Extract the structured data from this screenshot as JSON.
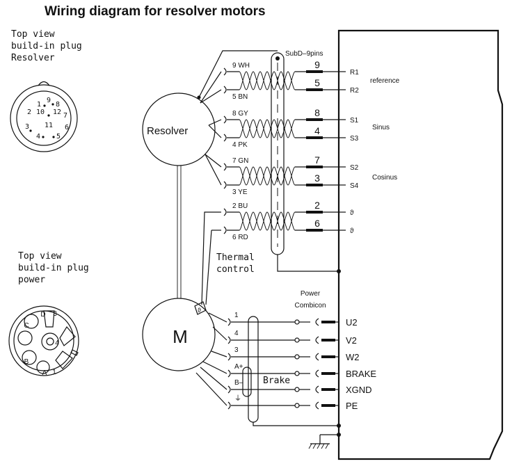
{
  "title": "Wiring diagram for resolver motors",
  "resolver_plug": {
    "line1": "Top view",
    "line2": "build-in plug",
    "line3": "Resolver",
    "pins": [
      "1",
      "2",
      "3",
      "4",
      "5",
      "6",
      "7",
      "8",
      "9",
      "10",
      "11",
      "12"
    ]
  },
  "power_plug": {
    "line1": "Top view",
    "line2": "build-in plug",
    "line3": "power",
    "pins": [
      "A",
      "B",
      "C",
      "D",
      "1",
      "3",
      "4"
    ]
  },
  "resolver_label": "Resolver",
  "motor_label": "M",
  "thermal_label": {
    "line1": "Thermal",
    "line2": "control"
  },
  "subd_label": "SubD–9pins",
  "power_combicon": {
    "line1": "Power",
    "line2": "Combicon"
  },
  "brake_label": "Brake",
  "resolver_wires": [
    {
      "wire": "9 WH",
      "pin": "9",
      "signal": "R1"
    },
    {
      "wire": "5 BN",
      "pin": "5",
      "signal": "R2"
    },
    {
      "wire": "8 GY",
      "pin": "8",
      "signal": "S1"
    },
    {
      "wire": "4 PK",
      "pin": "4",
      "signal": "S3"
    },
    {
      "wire": "7 GN",
      "pin": "7",
      "signal": "S2"
    },
    {
      "wire": "3 YE",
      "pin": "3",
      "signal": "S4"
    },
    {
      "wire": "2 BU",
      "pin": "2",
      "signal": "ϑ"
    },
    {
      "wire": "6 RD",
      "pin": "6",
      "signal": "ϑ"
    }
  ],
  "pair_labels": [
    "reference",
    "Sinus",
    "Cosinus"
  ],
  "motor_wires": [
    {
      "num": "1",
      "terminal": "U2"
    },
    {
      "num": "4",
      "terminal": "V2"
    },
    {
      "num": "3",
      "terminal": "W2"
    },
    {
      "num": "A+",
      "terminal": "BRAKE"
    },
    {
      "num": "B–",
      "terminal": "XGND"
    },
    {
      "num": "⏚",
      "terminal": "PE"
    }
  ]
}
